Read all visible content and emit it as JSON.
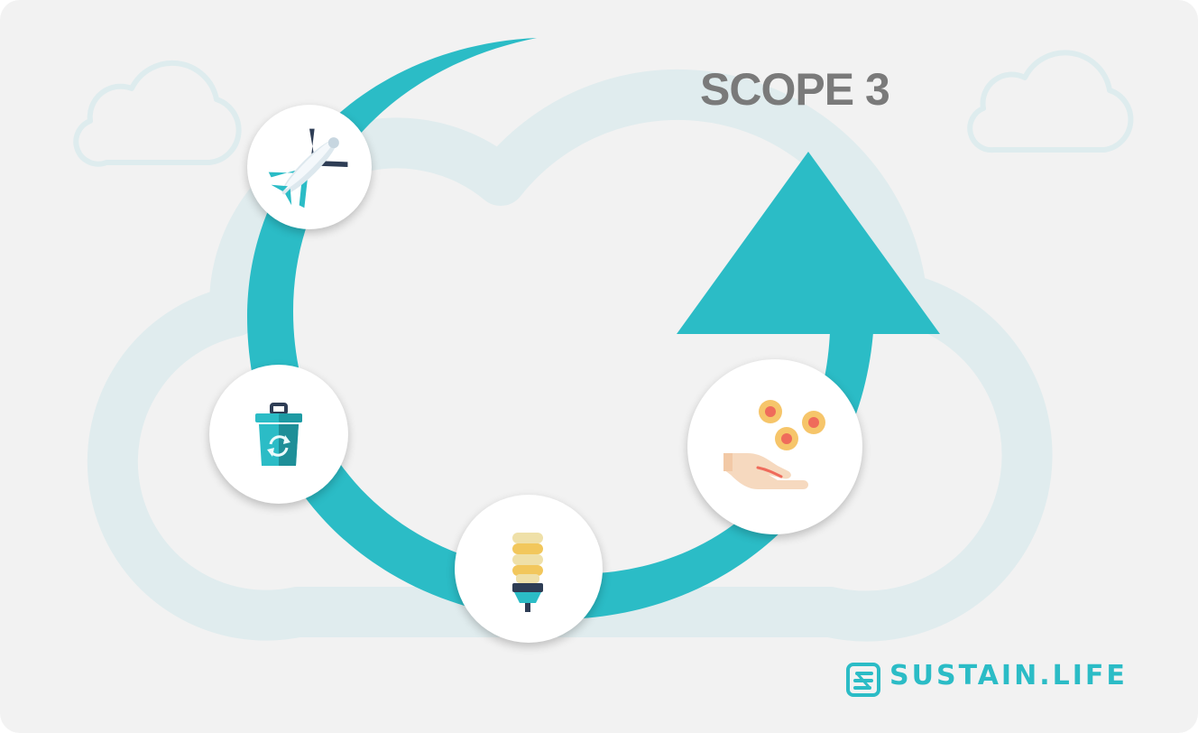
{
  "heading": "SCOPE 3",
  "brand": {
    "name": "SUSTAIN.LIFE",
    "color": "#2bbcc6"
  },
  "palette": {
    "background": "#f2f2f2",
    "cloud_outline": "#e0ecee",
    "cycle_arrow": "#2bbcc6",
    "heading_text": "#7a7a7a"
  },
  "icons": [
    {
      "name": "airplane-icon",
      "meaning": "business travel"
    },
    {
      "name": "recycle-bin-icon",
      "meaning": "waste"
    },
    {
      "name": "light-bulb-icon",
      "meaning": "energy"
    },
    {
      "name": "hand-coins-icon",
      "meaning": "purchased goods"
    }
  ]
}
